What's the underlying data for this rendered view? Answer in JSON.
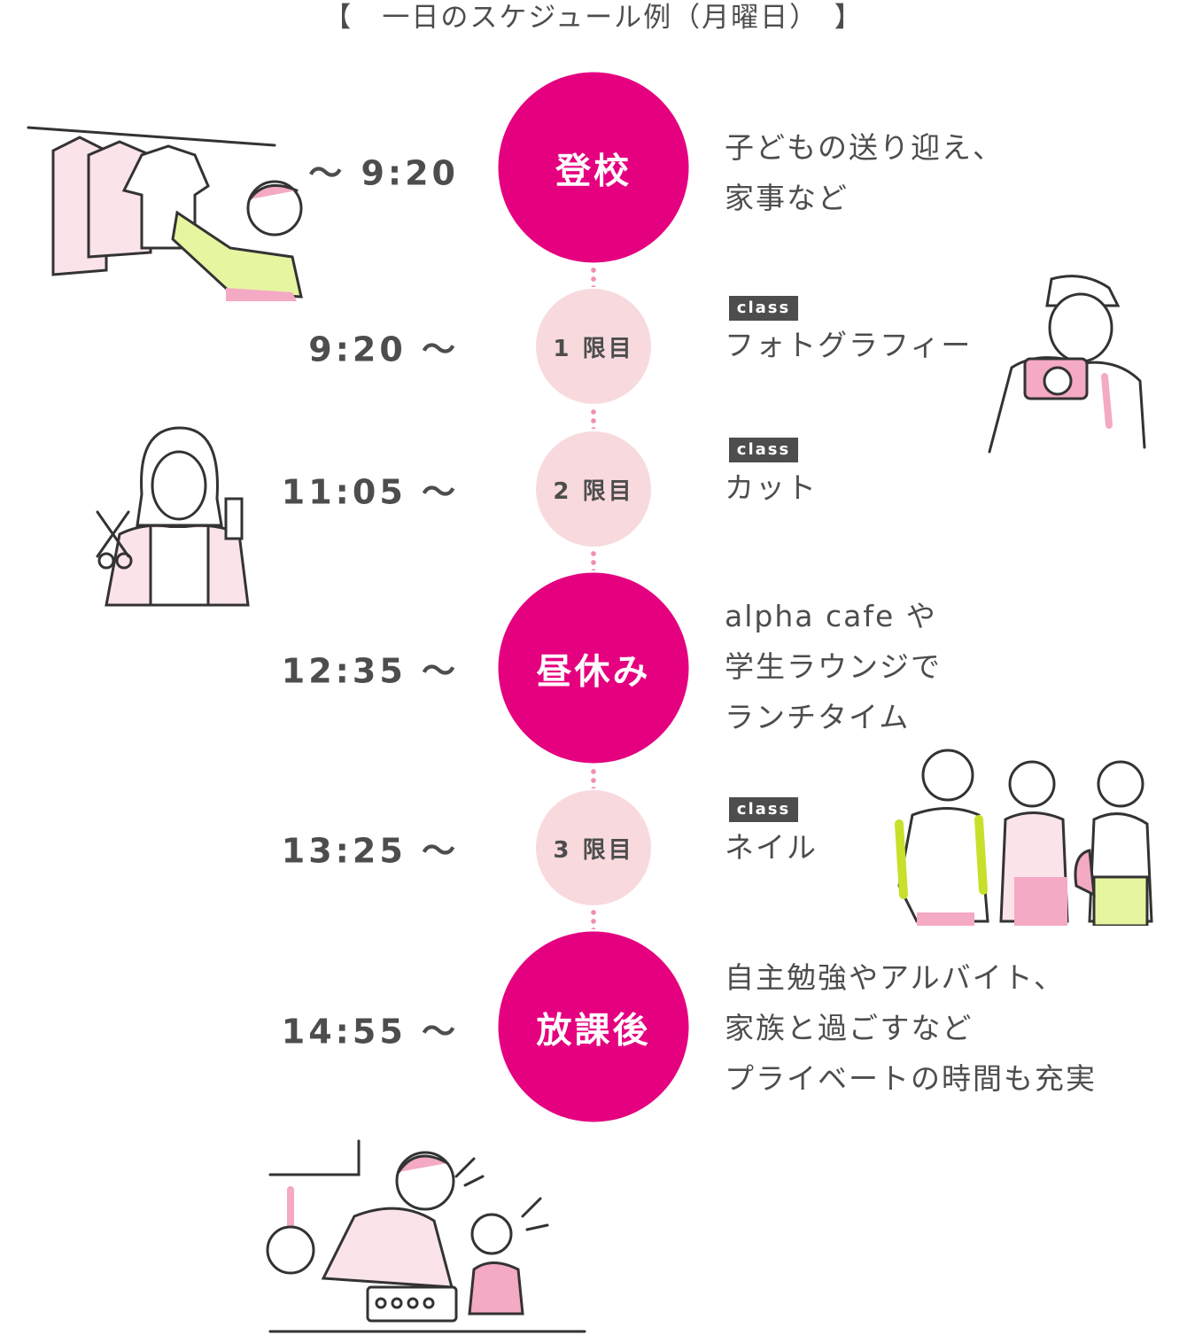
{
  "title": "【　一日のスケジュール例（月曜日）　】",
  "class_badge": "class",
  "schedule": [
    {
      "time": "〜 9:20",
      "label": "登校",
      "kind": "major",
      "desc": [
        "子どもの送り迎え、",
        "家事など"
      ]
    },
    {
      "time": "9:20 〜",
      "label": "1 限目",
      "kind": "class",
      "desc": [
        "フォトグラフィー"
      ]
    },
    {
      "time": "11:05 〜",
      "label": "2 限目",
      "kind": "class",
      "desc": [
        "カット"
      ]
    },
    {
      "time": "12:35 〜",
      "label": "昼休み",
      "kind": "major",
      "desc": [
        "alpha cafe や",
        "学生ラウンジで",
        "ランチタイム"
      ]
    },
    {
      "time": "13:25 〜",
      "label": "3 限目",
      "kind": "class",
      "desc": [
        "ネイル"
      ]
    },
    {
      "time": "14:55 〜",
      "label": "放課後",
      "kind": "major",
      "desc": [
        "自主勉強やアルバイト、",
        "家族と過ごすなど",
        "プライベートの時間も充実"
      ]
    }
  ],
  "colors": {
    "accent": "#e4007f",
    "accent_light": "#f8dade",
    "text": "#4d4d4d",
    "lime": "#e6f5a0"
  }
}
